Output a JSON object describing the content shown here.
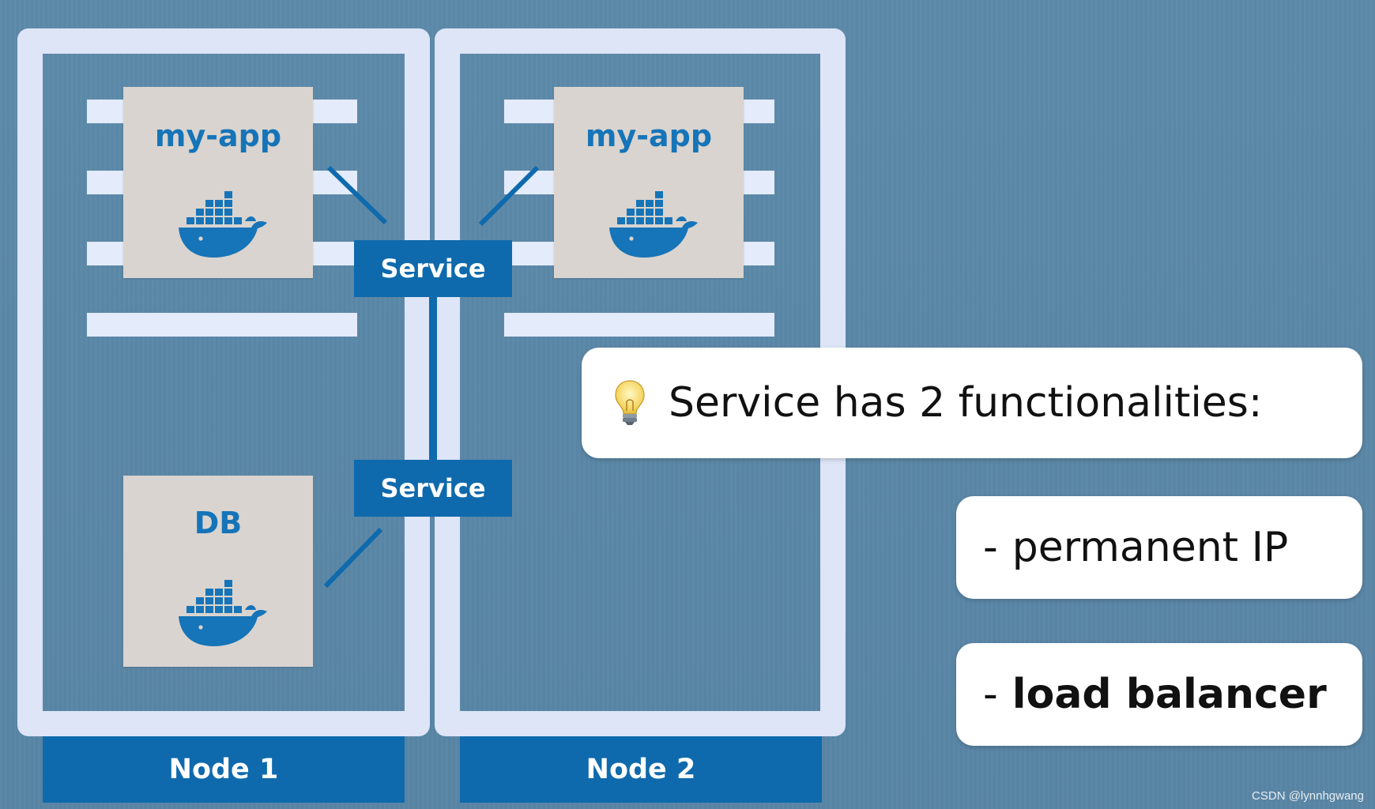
{
  "colors": {
    "background": "#5b88a8",
    "node_frame": "#dde5f7",
    "accent_blue": "#0e6aac",
    "pod_fill": "#d9d4cf",
    "pod_text": "#1674b8",
    "callout_fill": "#ffffff"
  },
  "nodes": [
    {
      "label": "Node 1"
    },
    {
      "label": "Node 2"
    }
  ],
  "pods": {
    "app1": {
      "title": "my-app",
      "icon": "docker-whale-icon"
    },
    "app2": {
      "title": "my-app",
      "icon": "docker-whale-icon"
    },
    "db": {
      "title": "DB",
      "icon": "docker-whale-icon"
    }
  },
  "services": {
    "top": {
      "label": "Service"
    },
    "bottom": {
      "label": "Service"
    }
  },
  "callouts": {
    "main": {
      "icon": "lightbulb-icon",
      "text": "Service has 2 functionalities:"
    },
    "items": [
      {
        "dash": "-",
        "text": "permanent IP"
      },
      {
        "dash": "-",
        "text": "load balancer"
      }
    ]
  },
  "watermark": "CSDN @lynnhgwang"
}
